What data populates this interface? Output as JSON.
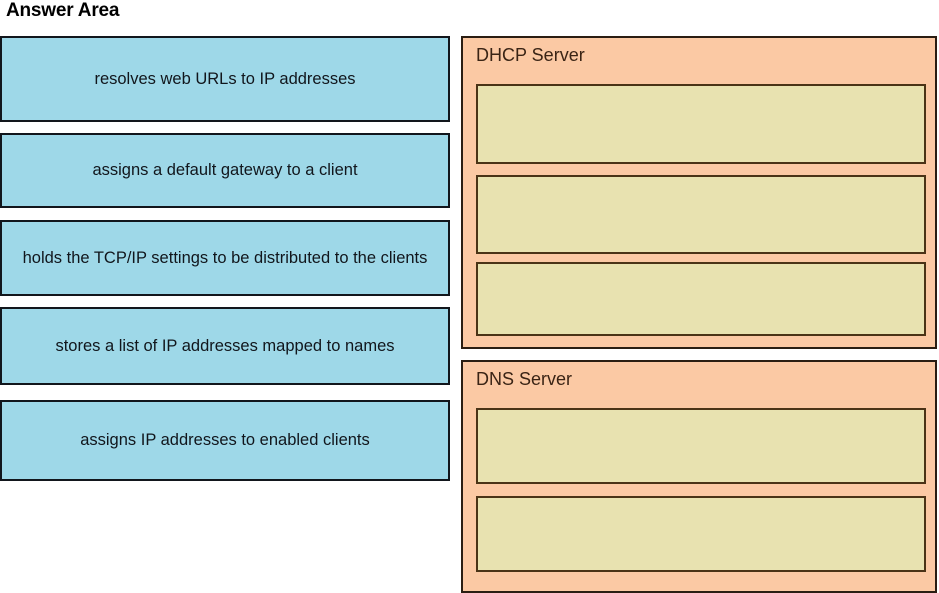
{
  "page": {
    "title": "Answer Area",
    "colors": {
      "option_fill": "#9ed8e8",
      "option_border": "#12161c",
      "panel_fill": "#fbc9a4",
      "panel_border": "#2a1d12",
      "slot_fill": "#e8e2b0",
      "slot_border": "#4a3316",
      "background": "#ffffff"
    }
  },
  "options": {
    "items": [
      {
        "label": "resolves web URLs to IP addresses"
      },
      {
        "label": "assigns a default gateway to a client"
      },
      {
        "label": "holds the TCP/IP settings to be distributed to the clients"
      },
      {
        "label": "stores a list of IP addresses mapped to names"
      },
      {
        "label": "assigns IP addresses to enabled clients"
      }
    ]
  },
  "targets": {
    "panels": [
      {
        "title": "DHCP Server",
        "slots": [
          {
            "value": ""
          },
          {
            "value": ""
          },
          {
            "value": ""
          }
        ]
      },
      {
        "title": "DNS Server",
        "slots": [
          {
            "value": ""
          },
          {
            "value": ""
          }
        ]
      }
    ]
  }
}
